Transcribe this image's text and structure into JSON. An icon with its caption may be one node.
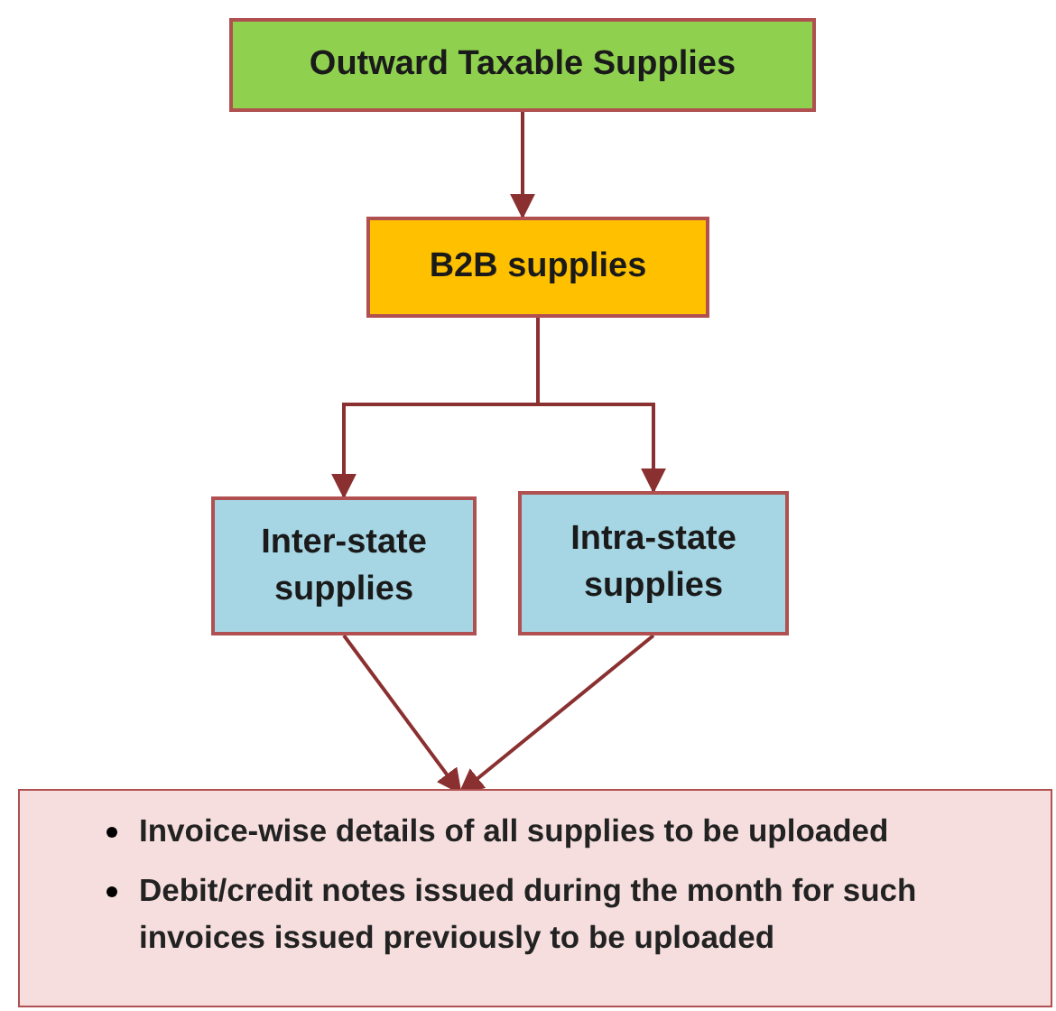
{
  "diagram": {
    "nodes": [
      {
        "text": [
          "Outward Taxable Supplies"
        ]
      },
      {
        "text": [
          "B2B supplies"
        ]
      },
      {
        "text": [
          "Inter-state supplies"
        ]
      },
      {
        "text": [
          "Intra-state supplies"
        ]
      },
      {
        "text": [
          "Invoice-wise details of all supplies to be uploaded",
          "Debit/credit notes issued during the month for such invoices issued previously to be uploaded"
        ]
      }
    ],
    "edges": [
      {
        "from": 0,
        "to": 1,
        "arrow": "to"
      },
      {
        "from": 1,
        "to": 2,
        "arrow": "to"
      },
      {
        "from": 1,
        "to": 3,
        "arrow": "to"
      },
      {
        "from": 2,
        "to": 4,
        "arrow": "to"
      },
      {
        "from": 3,
        "to": 4,
        "arrow": "to"
      }
    ]
  }
}
